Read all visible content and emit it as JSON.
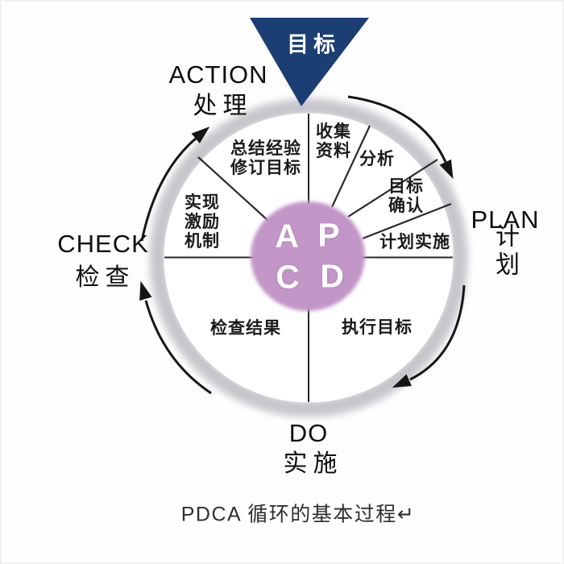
{
  "caption": "PDCA 循环的基本过程↵",
  "goal_label": "目标",
  "phases": {
    "action": {
      "en": "ACTION",
      "zh": "处理",
      "letter": "A"
    },
    "plan": {
      "en": "PLAN",
      "zh": "计划",
      "letter": "P"
    },
    "check": {
      "en": "CHECK",
      "zh": "检查",
      "letter": "C"
    },
    "do": {
      "en": "DO",
      "zh": "实施",
      "letter": "D"
    }
  },
  "segments": {
    "summarize": "总结经验\n修订目标",
    "incentive": "实现\n激励\n机制",
    "collect": "收集\n资料",
    "analyze": "分析",
    "goal_confirm": "目标\n确认",
    "plan_implement": "计划实施",
    "check_results": "检查结果",
    "execute_goal": "执行目标"
  },
  "colors": {
    "triangle": "#1b3e73",
    "center_circle": "#c396c8",
    "ring": "#c6c6cc",
    "line": "#2a2a2a",
    "arrow": "#161616"
  }
}
